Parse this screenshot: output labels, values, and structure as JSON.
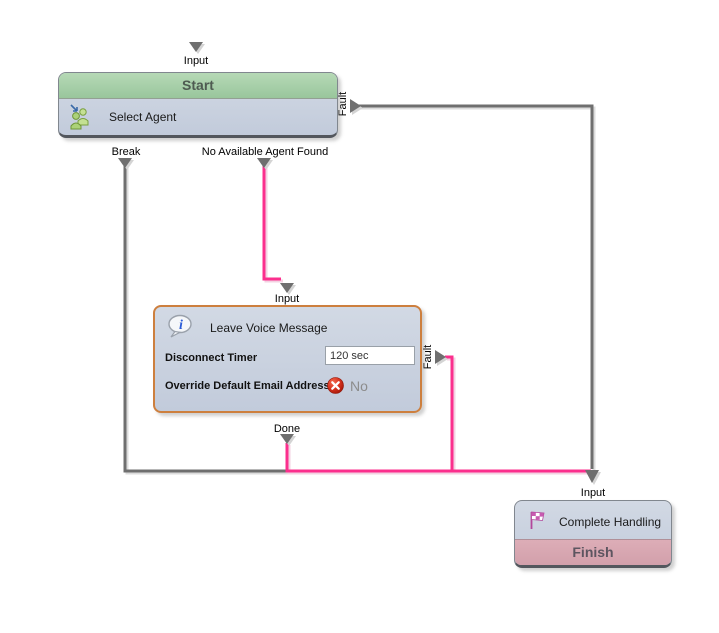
{
  "colors": {
    "connector_gray": "#6f6f6f",
    "connector_pink": "#fb2f8d",
    "node_body_blue": "#c9d2e0",
    "start_header_green": "#a6cfa6",
    "finish_band_pink": "#d8a7b0",
    "selected_border_orange": "#cd7f3e",
    "error_red": "#c8291a",
    "info_blue": "#2a5bd7"
  },
  "start_node": {
    "title": "Start",
    "action_label": "Select Agent",
    "input_label": "Input",
    "fault_label": "Fault",
    "break_label": "Break",
    "no_agent_label": "No Available Agent Found"
  },
  "voice_message_node": {
    "title": "Leave Voice Message",
    "input_label": "Input",
    "fault_label": "Fault",
    "done_label": "Done",
    "disconnect_timer_label": "Disconnect Timer",
    "disconnect_timer_value": "120 sec",
    "override_email_label": "Override Default Email Address",
    "override_email_value": "No"
  },
  "finish_node": {
    "title": "Finish",
    "action_label": "Complete Handling",
    "input_label": "Input"
  }
}
